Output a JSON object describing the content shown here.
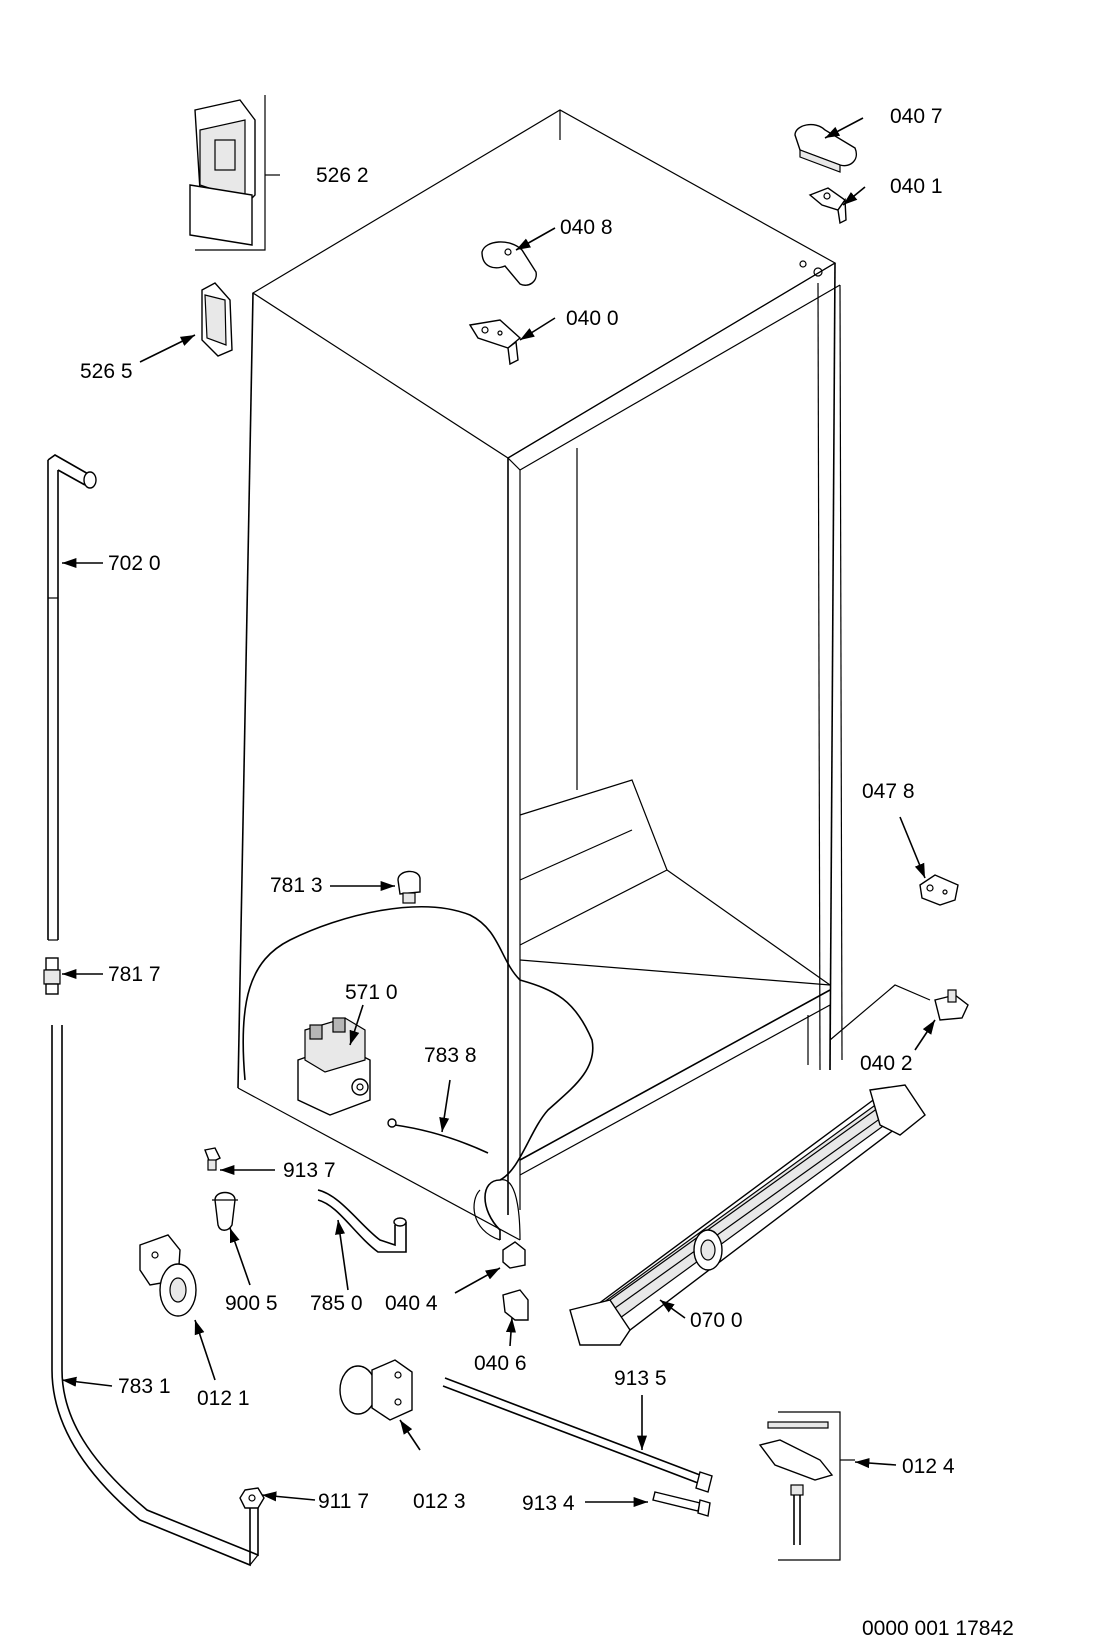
{
  "labels": {
    "p5262": "526 2",
    "p5265": "526 5",
    "p0407": "040 7",
    "p0401": "040 1",
    "p0408": "040 8",
    "p0400": "040 0",
    "p7020": "702 0",
    "p0478": "047 8",
    "p7813": "781 3",
    "p7817": "781 7",
    "p5710": "571 0",
    "p7838": "783 8",
    "p0402": "040 2",
    "p9137": "913 7",
    "p9005": "900 5",
    "p7850": "785 0",
    "p0404": "040 4",
    "p0700": "070 0",
    "p0406": "040 6",
    "p0121": "012 1",
    "p7831": "783 1",
    "p9135": "913 5",
    "p0124": "012 4",
    "p9117": "911 7",
    "p0123": "012 3",
    "p9134": "913 4"
  },
  "drawing_number": "0000 001 17842"
}
